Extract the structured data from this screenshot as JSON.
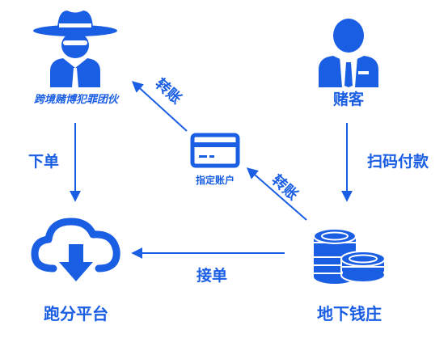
{
  "nodes": {
    "syndicate": {
      "label": "跨境赌博犯罪团伙",
      "icon": "gangster-icon"
    },
    "gambler": {
      "label": "赌客",
      "icon": "businessman-icon"
    },
    "platform": {
      "label": "跑分平台",
      "icon": "cloud-download-icon"
    },
    "bank": {
      "label": "地下钱庄",
      "icon": "coin-stack-icon"
    },
    "account": {
      "label": "指定账户",
      "icon": "bank-card-icon"
    }
  },
  "edges": {
    "order": "下单",
    "scan_pay": "扫码付款",
    "take_order": "接单",
    "transfer_top": "转账",
    "transfer_bottom": "转账"
  },
  "colors": {
    "primary": "#1a5ee3",
    "background": "#ffffff"
  }
}
